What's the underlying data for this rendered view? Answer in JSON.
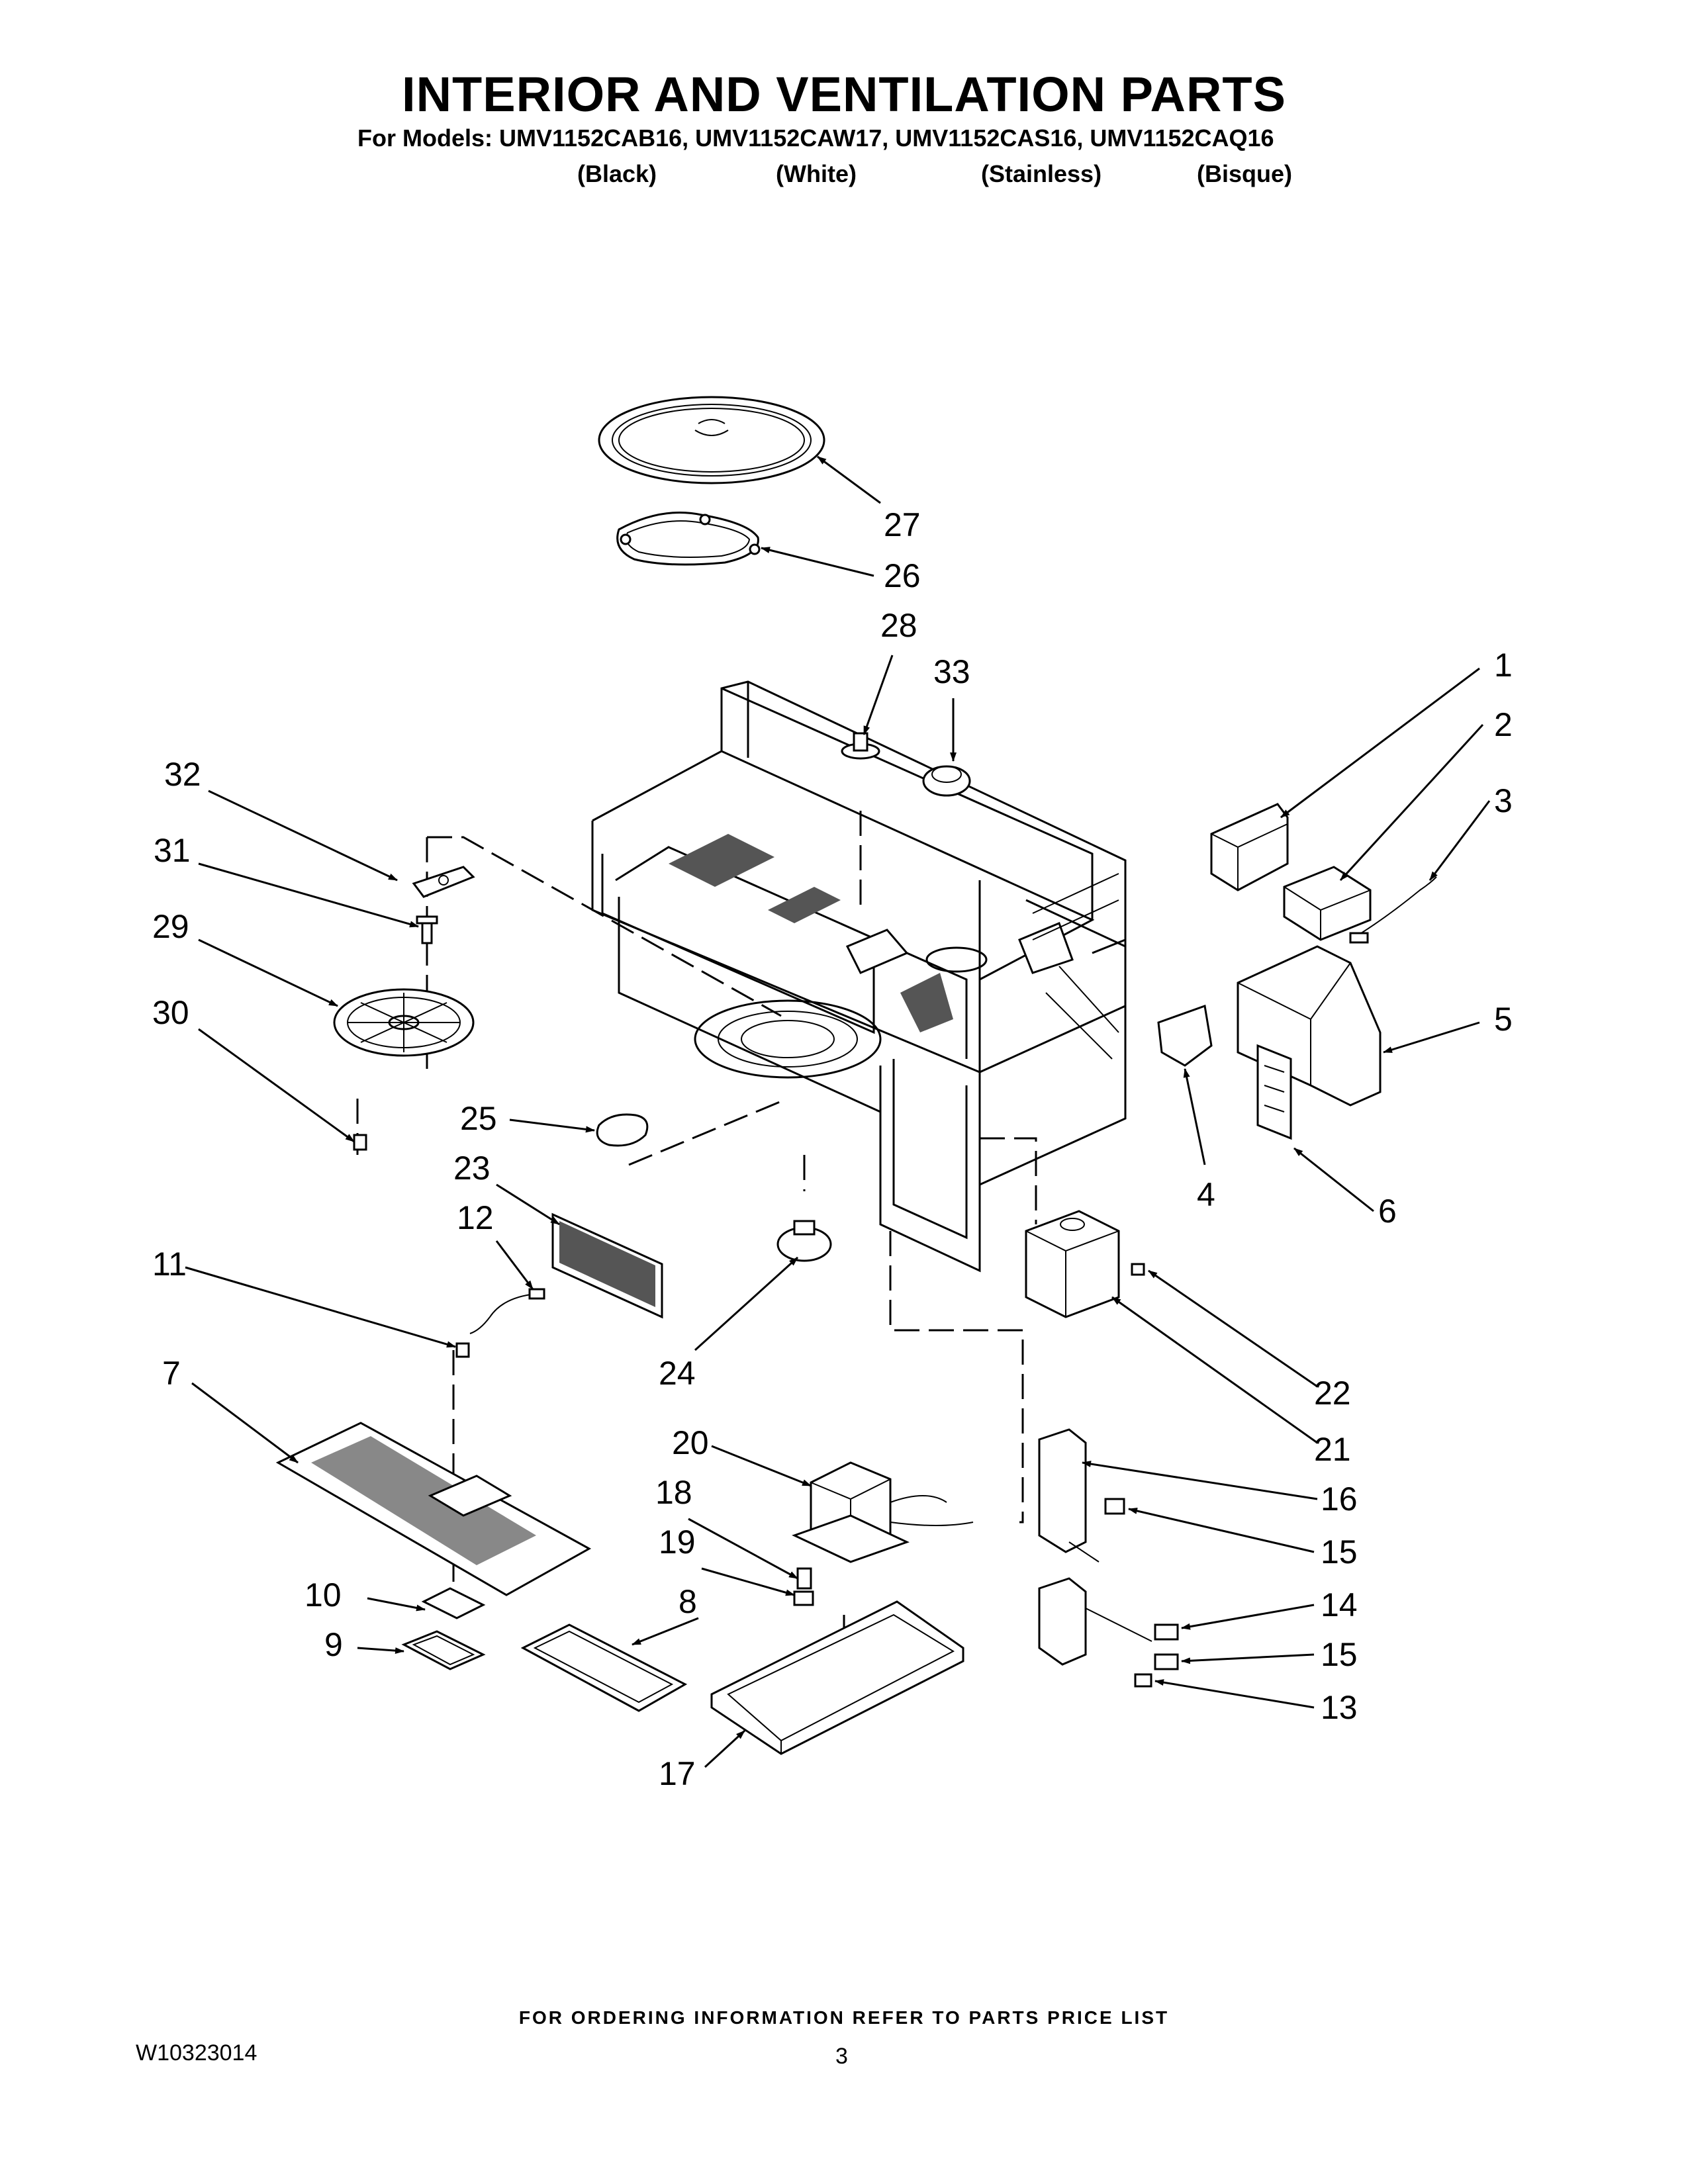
{
  "header": {
    "title": "INTERIOR AND VENTILATION PARTS",
    "models_line": "For Models: UMV1152CAB16, UMV1152CAW17, UMV1152CAS16, UMV1152CAQ16",
    "variants": [
      "(Black)",
      "(White)",
      "(Stainless)",
      "(Bisque)"
    ]
  },
  "callouts": [
    "1",
    "2",
    "3",
    "4",
    "5",
    "6",
    "7",
    "8",
    "9",
    "10",
    "11",
    "12",
    "13",
    "14",
    "15",
    "15",
    "16",
    "17",
    "18",
    "19",
    "20",
    "21",
    "22",
    "23",
    "24",
    "25",
    "26",
    "27",
    "28",
    "29",
    "30",
    "31",
    "32",
    "33"
  ],
  "footer": {
    "ordering_note": "FOR ORDERING INFORMATION REFER TO PARTS PRICE LIST",
    "doc_number": "W10323014",
    "page_number": "3"
  }
}
